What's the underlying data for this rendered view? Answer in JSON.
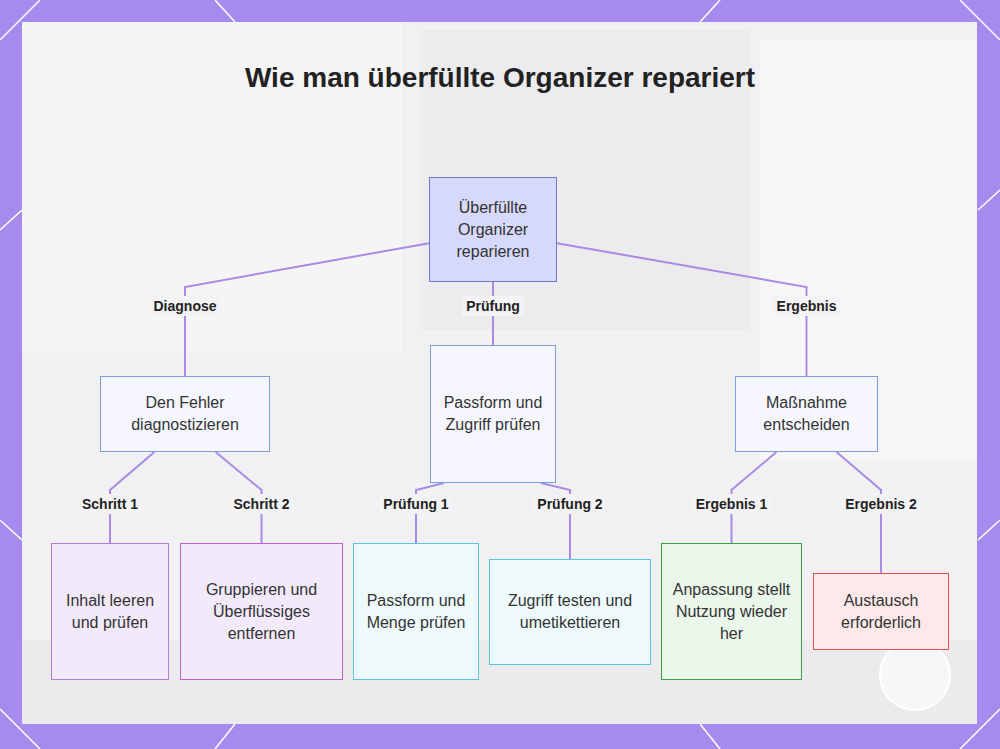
{
  "diagram": {
    "title": "Wie man überfüllte Organizer repariert",
    "nodes": [
      {
        "text": [
          "Überfüllte Organizer reparieren"
        ]
      },
      {
        "text": [
          "Den Fehler diagnostizieren"
        ]
      },
      {
        "text": [
          "Passform und Zugriff prüfen"
        ]
      },
      {
        "text": [
          "Maßnahme entscheiden"
        ]
      },
      {
        "text": [
          "Inhalt leeren und prüfen"
        ]
      },
      {
        "text": [
          "Gruppieren und Überflüssiges entfernen"
        ]
      },
      {
        "text": [
          "Passform und Menge prüfen"
        ]
      },
      {
        "text": [
          "Zugriff testen und umetikettieren"
        ]
      },
      {
        "text": [
          "Anpassung stellt Nutzung wieder her"
        ]
      },
      {
        "text": [
          "Austausch erforderlich"
        ]
      }
    ],
    "edges": [
      {
        "from": 0,
        "to": 1,
        "label": "Diagnose",
        "arrow": "none"
      },
      {
        "from": 0,
        "to": 2,
        "label": "Prüfung",
        "arrow": "none"
      },
      {
        "from": 0,
        "to": 3,
        "label": "Ergebnis",
        "arrow": "none"
      },
      {
        "from": 1,
        "to": 4,
        "label": "Schritt 1",
        "arrow": "none"
      },
      {
        "from": 1,
        "to": 5,
        "label": "Schritt 2",
        "arrow": "none"
      },
      {
        "from": 2,
        "to": 6,
        "label": "Prüfung 1",
        "arrow": "none"
      },
      {
        "from": 2,
        "to": 7,
        "label": "Prüfung 2",
        "arrow": "none"
      },
      {
        "from": 3,
        "to": 8,
        "label": "Ergebnis 1",
        "arrow": "none"
      },
      {
        "from": 3,
        "to": 9,
        "label": "Ergebnis 2",
        "arrow": "none"
      }
    ]
  }
}
